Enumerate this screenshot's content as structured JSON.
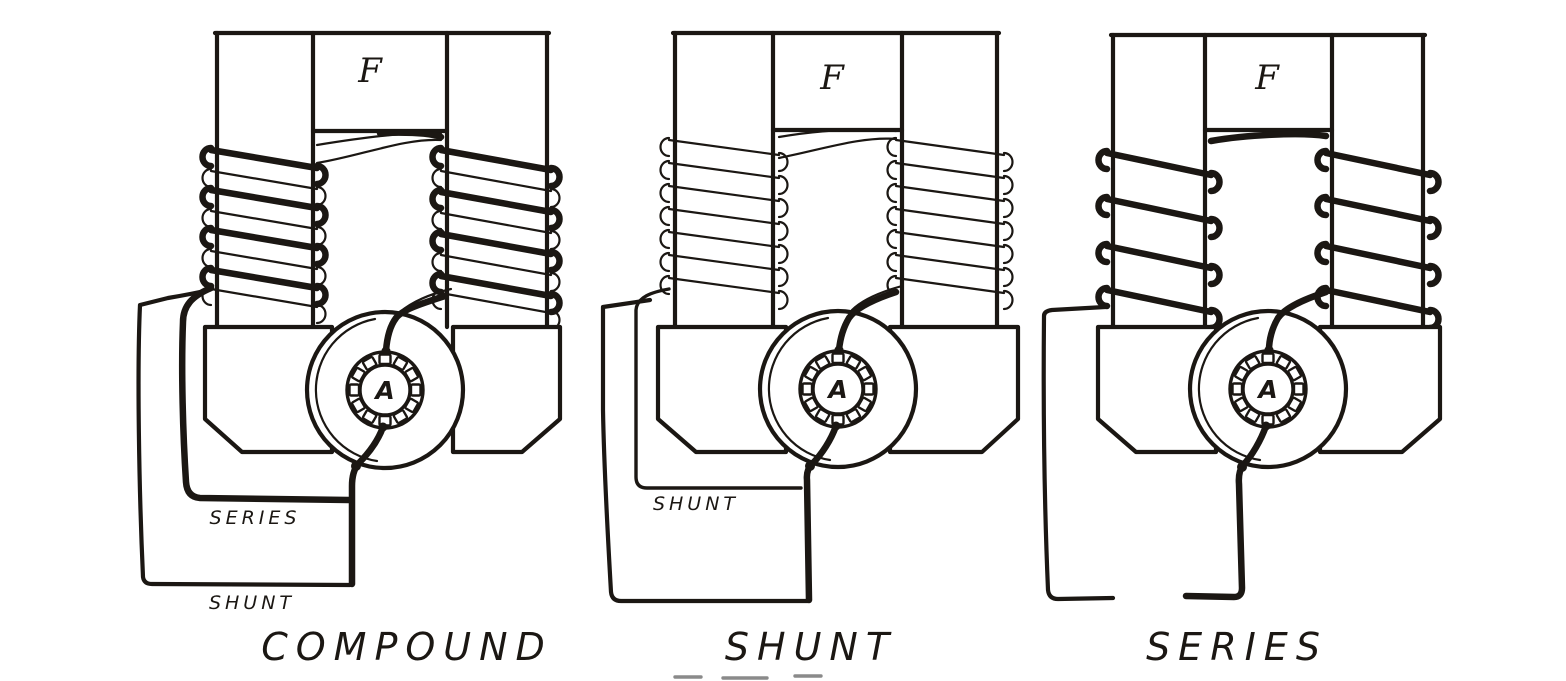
{
  "figures": [
    {
      "caption": "COMPOUND",
      "field_label": "F",
      "armature_label": "A",
      "wire_labels": {
        "series": "SERIES",
        "shunt": "SHUNT"
      }
    },
    {
      "caption": "SHUNT",
      "field_label": "F",
      "armature_label": "A",
      "wire_labels": {
        "shunt": "SHUNT"
      }
    },
    {
      "caption": "SERIES",
      "field_label": "F",
      "armature_label": "A",
      "wire_labels": {}
    }
  ],
  "colors": {
    "ink": "#1b1713",
    "background": "#ffffff"
  }
}
